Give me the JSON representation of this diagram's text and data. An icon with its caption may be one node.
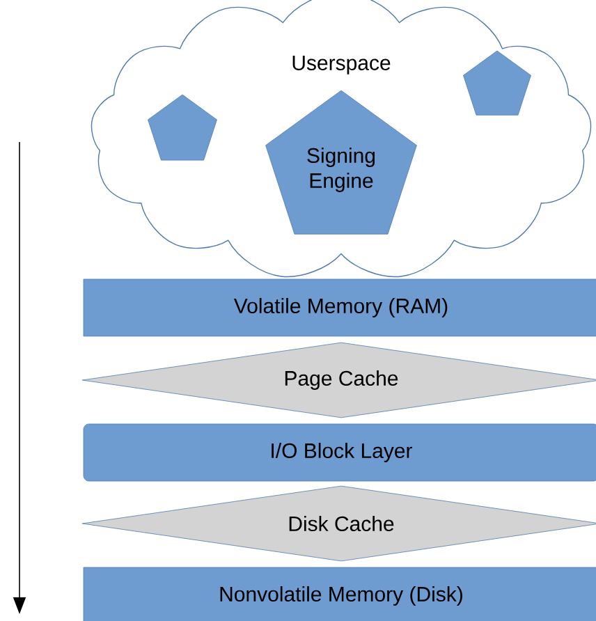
{
  "diagram": {
    "nodes": [
      {
        "text": [
          "Userspace"
        ]
      },
      {
        "text": [],
        "shape": "pentagon",
        "in": 0
      },
      {
        "text": [
          "Signing Engine"
        ],
        "in": 0
      },
      {
        "text": [],
        "shape": "pentagon",
        "in": 0
      },
      {
        "text": [
          "Volatile Memory (RAM)"
        ]
      },
      {
        "text": [
          "Page Cache"
        ]
      },
      {
        "text": [
          "I/O Block Layer"
        ]
      },
      {
        "text": [
          "Disk Cache"
        ]
      },
      {
        "text": [
          "Nonvolatile Memory (Disk)"
        ]
      }
    ]
  }
}
